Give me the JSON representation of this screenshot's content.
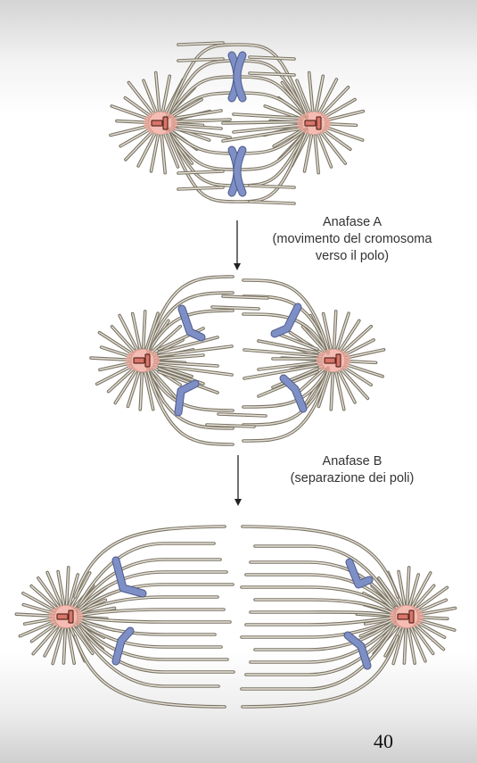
{
  "diagram": {
    "stages": [
      {
        "id": "metaphase",
        "caption": []
      },
      {
        "id": "anaphase-a",
        "caption": [
          "Anafase A",
          "(movimento del cromosoma",
          "verso il polo)"
        ]
      },
      {
        "id": "anaphase-b",
        "caption": [
          "Anafase B",
          "(separazione dei poli)"
        ]
      }
    ],
    "colors": {
      "microtubule": "#7a7466",
      "microtubule_fill": "#e6e1d6",
      "chromosome": "#7e8fc6",
      "chromosome_outline": "#4d5a8c",
      "centrosome_halo": "#f2a69a",
      "centriole": "#d9756a",
      "centriole_outline": "#5a2a22",
      "arrow": "#222222"
    }
  },
  "page": {
    "number": "40"
  }
}
